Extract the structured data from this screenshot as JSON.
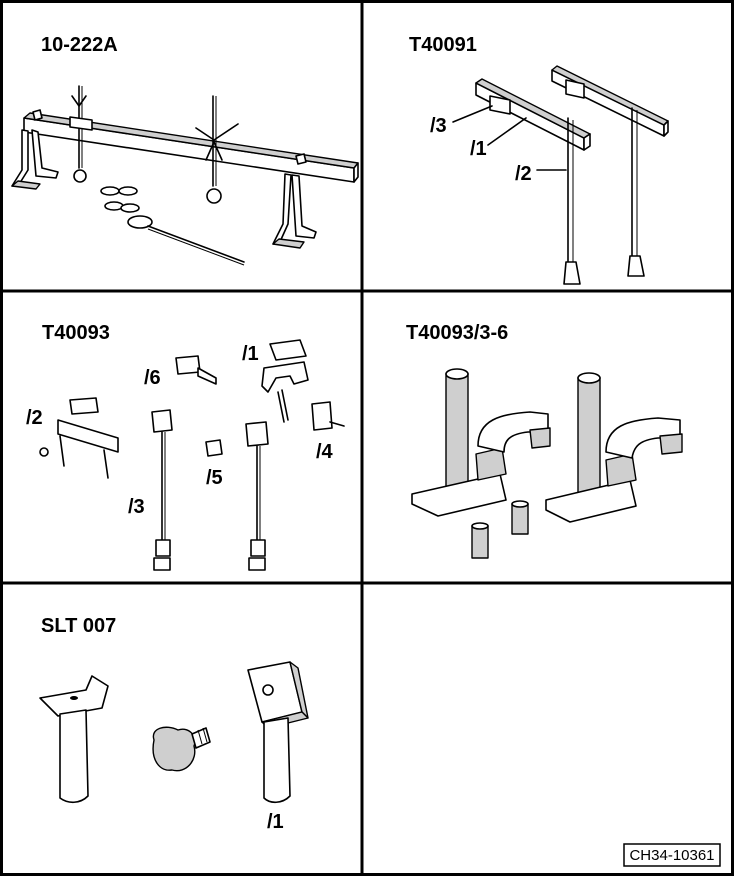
{
  "panels": [
    {
      "title": "10-222A"
    },
    {
      "title": "T40091",
      "labels": [
        "/3",
        "/1",
        "/2"
      ]
    },
    {
      "title": "T40093",
      "labels": [
        "/1",
        "/6",
        "/2",
        "/4",
        "/5",
        "/3"
      ]
    },
    {
      "title": "T40093/3-6"
    },
    {
      "title": "SLT 007",
      "labels": [
        "/1"
      ]
    }
  ],
  "figure_code": "CH34-10361"
}
